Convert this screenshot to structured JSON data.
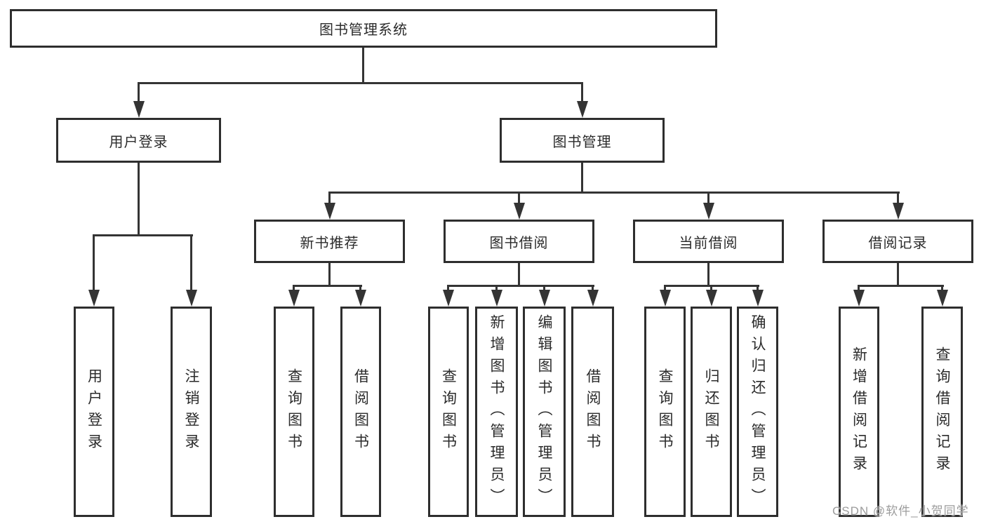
{
  "diagram": {
    "root": "图书管理系统",
    "branches": [
      {
        "label": "用户登录",
        "children": [
          "用户登录",
          "注销登录"
        ]
      },
      {
        "label": "图书管理",
        "groups": [
          {
            "label": "新书推荐",
            "children": [
              "查询图书",
              "借阅图书"
            ]
          },
          {
            "label": "图书借阅",
            "children": [
              "查询图书",
              "新增图书（管理员）",
              "编辑图书（管理员）",
              "借阅图书"
            ]
          },
          {
            "label": "当前借阅",
            "children": [
              "查询图书",
              "归还图书",
              "确认归还（管理员）"
            ]
          },
          {
            "label": "借阅记录",
            "children": [
              "新增借阅记录",
              "查询借阅记录"
            ]
          }
        ]
      }
    ]
  },
  "watermark": {
    "text": "CSDN @软件_小贺同学"
  },
  "colors": {
    "line": "#343434",
    "box_border": "#2e2e2e",
    "text": "#2b2b2b",
    "watermark": "#9c9c9c",
    "background": "#ffffff"
  }
}
